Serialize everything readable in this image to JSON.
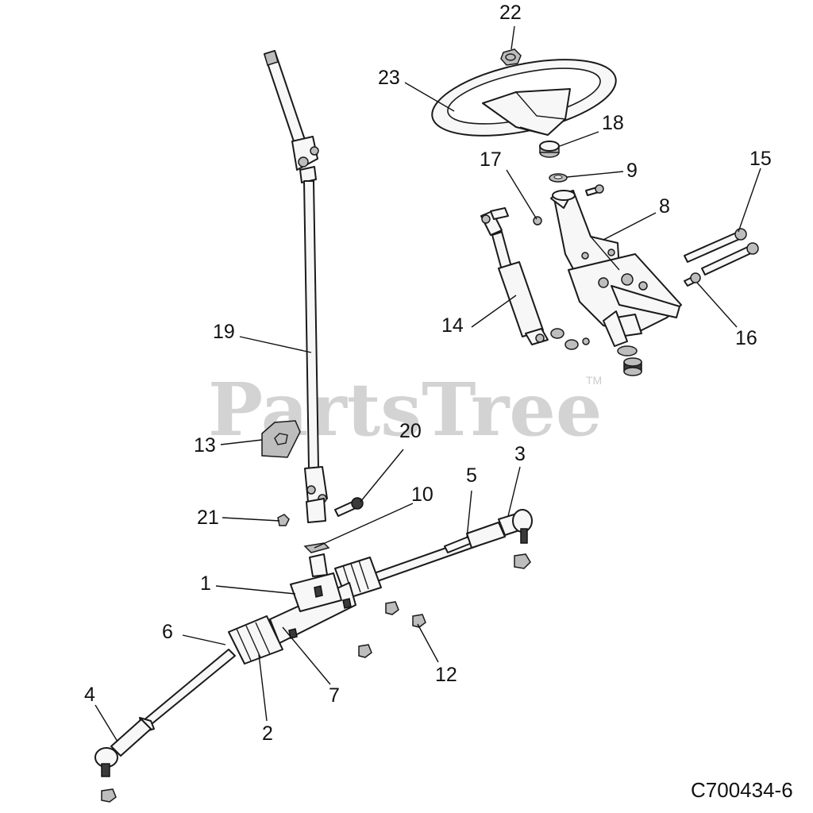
{
  "watermark": {
    "text": "PartsTree",
    "trademark": "TM"
  },
  "diagram_code": "C700434-6",
  "callouts": {
    "c1": "1",
    "c2": "2",
    "c3": "3",
    "c4": "4",
    "c5": "5",
    "c6": "6",
    "c7": "7",
    "c8": "8",
    "c9": "9",
    "c10": "10",
    "c12": "12",
    "c13": "13",
    "c14": "14",
    "c15": "15",
    "c16": "16",
    "c17": "17",
    "c18": "18",
    "c19": "19",
    "c20": "20",
    "c21": "21",
    "c22": "22",
    "c23": "23"
  }
}
